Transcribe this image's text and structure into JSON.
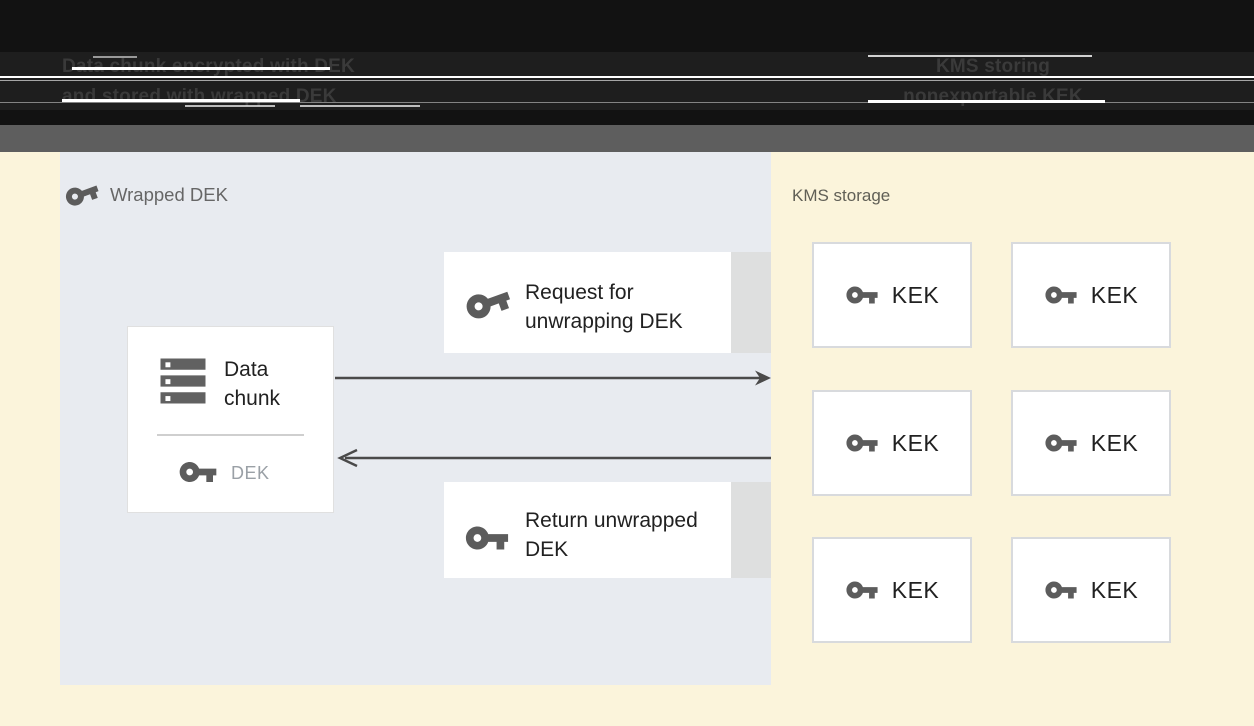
{
  "header": {
    "left_caption": {
      "line1": "Data chunk encrypted with DEK",
      "line2": "and stored with wrapped DEK"
    },
    "right_caption": {
      "line1": "KMS storing",
      "line2": "nonexportable KEK"
    }
  },
  "diagram": {
    "wrapped_dek_panel": {
      "label": "Wrapped DEK",
      "icon": "key-tilted-icon"
    },
    "data_chunk_box": {
      "title": "Data chunk",
      "title_icon": "storage-icon",
      "key_label": "DEK",
      "key_icon": "key-icon"
    },
    "request_box": {
      "label": "Request for unwrapping DEK",
      "icon": "key-tilted-icon"
    },
    "return_box": {
      "label": "Return unwrapped DEK",
      "icon": "key-icon"
    },
    "arrows": {
      "request_arrow": "left-panel to KMS storage, pointing right",
      "return_arrow": "KMS storage to data chunk box, pointing left"
    },
    "kms": {
      "label": "KMS storage",
      "keks": [
        {
          "label": "KEK",
          "icon": "key-icon"
        },
        {
          "label": "KEK",
          "icon": "key-icon"
        },
        {
          "label": "KEK",
          "icon": "key-icon"
        },
        {
          "label": "KEK",
          "icon": "key-icon"
        },
        {
          "label": "KEK",
          "icon": "key-icon"
        },
        {
          "label": "KEK",
          "icon": "key-icon"
        }
      ]
    }
  },
  "colors": {
    "cream_background": "#fbf4db",
    "panel_background": "#e8ebf0",
    "band_gray": "#5e5e5e",
    "header_background": "#121212",
    "header_text": "#3a3a3a",
    "box_white": "#ffffff",
    "kek_border": "#d8dadd",
    "box_tail_gray": "#dedfdf",
    "icon_gray": "#5c5c5c",
    "text_dark": "#212121",
    "muted_text": "#9aa0a6",
    "arrow": "#4a4a4a",
    "label_gray": "#666666"
  }
}
